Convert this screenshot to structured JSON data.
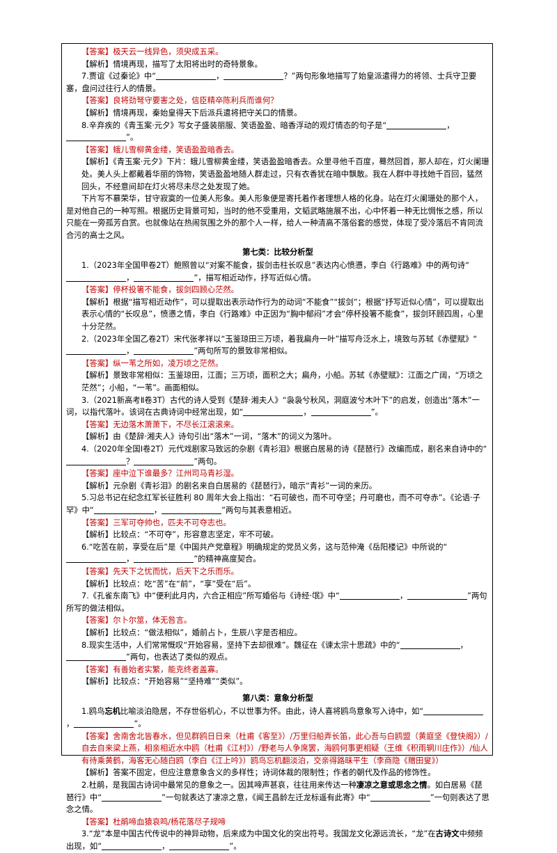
{
  "labels": {
    "answer": "【答案】",
    "analysis": "【解析】"
  },
  "items": [
    {
      "type": "answer",
      "text": "极天云一线异色，须臾成五采。"
    },
    {
      "type": "analysis",
      "text": "情境再现，描写了太阳将出时的奇特景象。"
    },
    {
      "type": "question",
      "parts": [
        "7.贾谊《过秦论》中“",
        "，",
        "？”两句形象地描写了始皇派遣得力的将领、士兵守卫要塞，盘问过往行人的情景。"
      ]
    },
    {
      "type": "answer",
      "text": "良将劲弩守要害之处，信臣精卒陈利兵而谁何？"
    },
    {
      "type": "analysis",
      "text": "情境再现，秦始皇得天下后派兵遣将把守关口的情景。"
    },
    {
      "type": "question",
      "parts": [
        "8.辛弃疾的《青玉案·元夕》写女子盛装丽服、笑语盈盈、暗香浮动的观灯情态的句子是“",
        "，",
        "”。"
      ]
    },
    {
      "type": "answer",
      "text": "蛾儿雪柳黄金缕，笑语盈盈暗香去。"
    },
    {
      "type": "analysis",
      "text": "《青玉案·元夕》下片：蛾儿雪柳黄金缕，笑语盈盈暗香去。众里寻他千百度，蓦然回首，那人却在，灯火阑珊处。美人头上都戴着华丽的饰物，笑语盈盈地随人群走过，只有衣香犹在暗中飘散。我在人群中寻找她千百回，猛然回头，不经意间却在灯火将尽未尽之处发现了她。"
    },
    {
      "type": "para",
      "text": "下片写不慕荣华，甘守寂寞的一位美人形象。美人形象便是寄托着作者理想人格的化身。站在灯火阑珊处的那个人，是对他自己的一种写照。根据历史背景可知，当时的他不受重用，文韬武略施展不出，心中怀着一种无比惆怅之感，所以只能在一旁孤芳自赏。也就像站在热闹氛围之外的那个人一样，给人一种清高不落俗套的感觉，体现了受冷落后不肯同流合污的高士之风。"
    },
    {
      "type": "section",
      "text": "第七类：比较分析型"
    },
    {
      "type": "question",
      "parts": [
        "1.（2023年全国甲卷2T）鲍照曾以“对案不能食，拔剑击柱长叹息”表达内心愤懑，李白《行路难》中的两句诗“",
        "，",
        "”，描写相近动作，抒写近似心情。"
      ]
    },
    {
      "type": "answer",
      "text": "停杯投箸不能食，拔剑四顾心茫然。"
    },
    {
      "type": "analysis",
      "text": "根据“描写相近动作”，可以提取出表示动作行为的动词“不能食”“拔剑”；根据“抒写近似心情”，可以提取出表示心情的“长叹息”，愤懑之情，李白《行路难》中正因为“胸中郁闷”才会“停杯投箸不能食”，拔剑环顾四周，心里十分茫然。"
    },
    {
      "type": "question",
      "parts": [
        "2.（2023年全国乙卷2T）宋代张孝祥以“玉鉴琼田三万顷，着我扁舟一叶”描写舟泛水上，境致与苏轼《赤壁赋》“",
        "，",
        "”两句所写的景致非常相似。"
      ]
    },
    {
      "type": "answer",
      "text": "纵一苇之所如，凌万顷之茫然。"
    },
    {
      "type": "analysis",
      "text": "景致非常相似：玉鉴琼田，江面；三万顷，面积之大；扁舟，小船。苏轼《赤壁赋》：江面之广阔，“万顷之茫然”；小船，“一苇”。画面相似。"
    },
    {
      "type": "question",
      "parts": [
        "3.（2021新高考Ⅱ卷3T）古代的诗人受到《楚辞·湘夫人》“袅袅兮秋风，洞庭波兮木叶下”的启发，创造出“落木”一词，以指代落叶。该词在古典诗词中经常出现，如“",
        "，",
        "”。"
      ]
    },
    {
      "type": "answer",
      "text": "无边落木萧萧下，不尽长江滚滚来。"
    },
    {
      "type": "analysis",
      "text": "由《楚辞·湘夫人》诗句引出“落木”一词，“落木”的词义为落叶。"
    },
    {
      "type": "question",
      "parts": [
        "4.（2020年全国Ⅰ卷2T）元代戏剧家马致远的杂剧《青衫泪》根据白居易的诗《琵琶行》改编而成，剧名来自诗中的“",
        "？",
        "”两句。"
      ]
    },
    {
      "type": "answer",
      "text": "座中泣下谁最多？江州司马青衫湿。"
    },
    {
      "type": "analysis",
      "text": "元杂剧《青衫泪》的剧名来自白居易的《琵琶行》，暗示“青衫”一词的来历。"
    },
    {
      "type": "question",
      "parts": [
        "5.习总书记在纪念红军长征胜利 80 周年大会上指出：“石可破也，而不可夺坚；丹可磨也，而不可夺赤”。《论语·子罕》中“",
        "，",
        "”两句与其表意相近。"
      ]
    },
    {
      "type": "answer",
      "text": "三军可夺帅也，匹夫不可夺志也。"
    },
    {
      "type": "analysis",
      "text": "比较点：“不可夺”，形容意志坚定，牢不可破。"
    },
    {
      "type": "question",
      "parts": [
        "6.“吃苦在前，享受在后”是《中国共产党章程》明确规定的党员义务，这与范仲淹《岳阳楼记》中所说的“",
        "，",
        "”的精神高度契合。"
      ]
    },
    {
      "type": "answer",
      "text": "先天下之忧而忧，后天下之乐而乐。"
    },
    {
      "type": "analysis",
      "text": "比较点：吃“苦”在“前”，“享”受在“后”。"
    },
    {
      "type": "question",
      "parts": [
        "7.《孔雀东南飞》中“便利此月内，六合正相应”所写婚俗与《诗经·氓》中“",
        "，",
        "”两句所写的做法相似。"
      ]
    },
    {
      "type": "answer",
      "text": "尔卜尔筮，体无咎言。"
    },
    {
      "type": "analysis",
      "text": "比较点：“做法相似”，婚前占卜，生辰八字是否相应。"
    },
    {
      "type": "question",
      "parts": [
        "8.现实生活中，人们常常慨叹“开始容易，坚持下去却很难”。魏征在《谏太宗十思疏》中的“",
        "，",
        "”两句，也表达了类似的观点。"
      ]
    },
    {
      "type": "answer",
      "text": "有善始者实繁，能克终者盖寡。"
    },
    {
      "type": "analysis",
      "text": "比较点：“开始容易”“坚持难”“类似”。"
    },
    {
      "type": "section",
      "text": "第八类：意象分析型"
    },
    {
      "type": "question",
      "parts": [
        "1.鸥鸟",
        "忘机",
        "比喻淡泊隐居，不存世俗机心，不以世事为怀。由此，诗人喜将鸥鸟意象写入诗中，如“",
        "，",
        "”。"
      ],
      "bold": [
        1
      ]
    },
    {
      "type": "answer",
      "text": "舍南舍北皆春水，但见群鸥日日来（杜甫《客至》）/万里归船弄长笛，此心吾与白鸥盟（黄庭坚《登快阁》）/自去自来梁上燕，相亲相近水中鸥（杜甫《江村》）/野老与人争席罢，海鸥何事更相疑（王维《积雨辋川庄作》）/仙人有待乘黄鹤，海客无心随白鸥（李白《江上吟》）鸥鸟忘机翻淡泊，交亲得路昧平生（李商隐《赠田叟》）"
    },
    {
      "type": "analysis",
      "text": "答案不固定，但应注意意象含义的多样性；诗词体裁的限制性；作者的朝代及作品的修饰性。"
    },
    {
      "type": "question",
      "parts": [
        "2.杜鹃，是我国古诗词中最常见的意象之一。因其啼声甚哀，往往用来传达一种",
        "凄凉之意或思念之情",
        "。如白居易《琵琶行》中“",
        "”一句就表达了凄凉之意，《闻王昌龄左迁龙标遥有此寄》中“",
        "”一句则表达了思念之情。"
      ],
      "bold": [
        1
      ]
    },
    {
      "type": "answer",
      "text": "杜鹃啼血猿哀鸣/杨花落尽子规啼"
    },
    {
      "type": "question",
      "parts": [
        "3.“龙”本是中国古代传说中的神异动物，后来成为中国文化的突出符号。我国龙文化源远流长，“龙”在",
        "古诗文",
        "中频频出现，如“",
        "，",
        "”。"
      ],
      "bold": [
        1
      ]
    }
  ]
}
